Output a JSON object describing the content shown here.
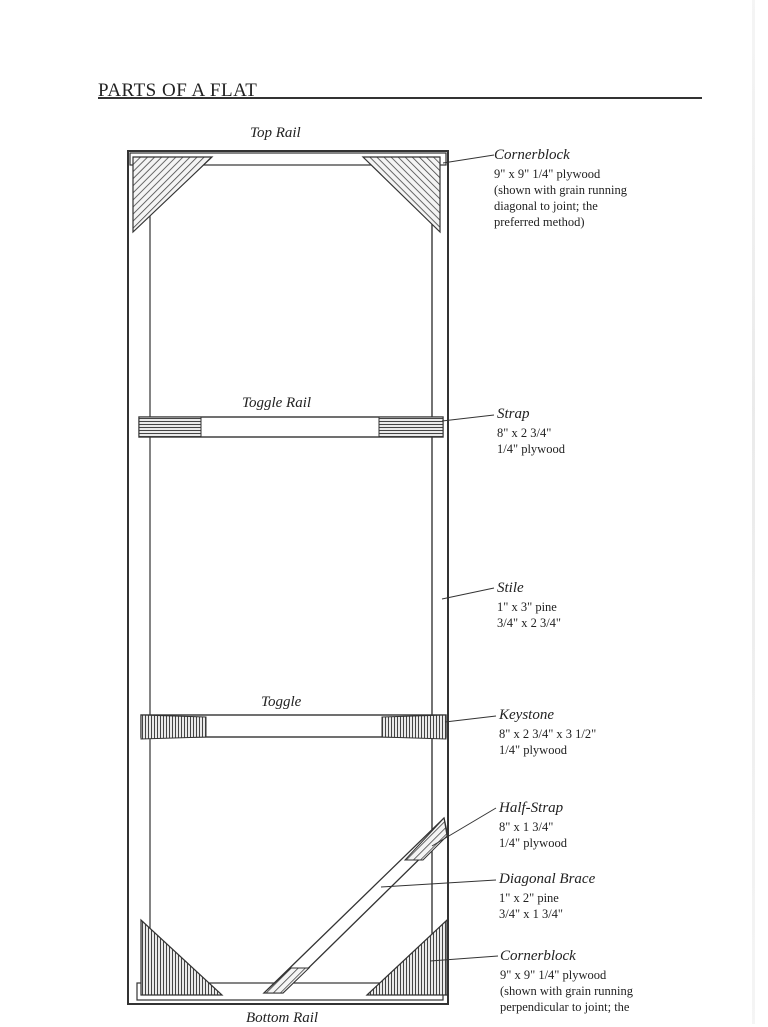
{
  "page_title": "PARTS OF A FLAT",
  "labels": {
    "top_rail": "Top Rail",
    "toggle_rail": "Toggle Rail",
    "toggle": "Toggle",
    "bottom_rail": "Bottom Rail"
  },
  "callouts": {
    "cornerblock_top": {
      "name": "Cornerblock",
      "specs": [
        "9\" x 9\" 1/4\" plywood",
        "(shown with grain running",
        "diagonal to joint; the",
        "preferred method)"
      ]
    },
    "strap": {
      "name": "Strap",
      "specs": [
        "8\" x 2 3/4\"",
        "1/4\" plywood"
      ]
    },
    "stile": {
      "name": "Stile",
      "specs": [
        "1\" x 3\" pine",
        "3/4\" x 2 3/4\""
      ]
    },
    "keystone": {
      "name": "Keystone",
      "specs": [
        "8\" x 2 3/4\" x 3 1/2\"",
        "1/4\" plywood"
      ]
    },
    "half_strap": {
      "name": "Half-Strap",
      "specs": [
        "8\" x 1 3/4\"",
        "1/4\" plywood"
      ]
    },
    "diagonal_brace": {
      "name": "Diagonal Brace",
      "specs": [
        "1\" x 2\" pine",
        "3/4\" x 1 3/4\""
      ]
    },
    "cornerblock_bottom": {
      "name": "Cornerblock",
      "specs": [
        "9\" x 9\" 1/4\" plywood",
        "(shown with grain running",
        "perpendicular to joint; the"
      ]
    }
  }
}
